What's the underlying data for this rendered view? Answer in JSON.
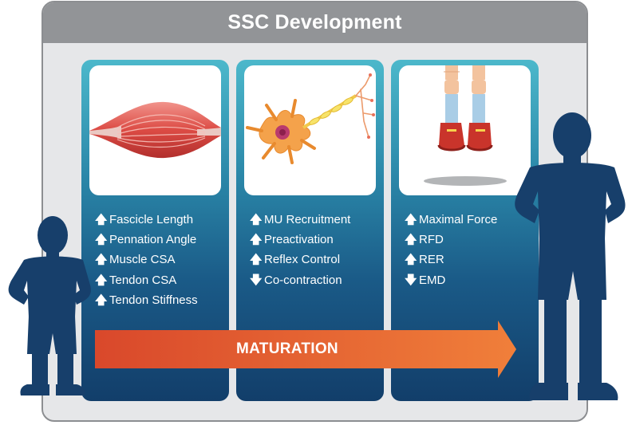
{
  "title": "SSC Development",
  "panels": [
    {
      "image": "muscle-icon",
      "items": [
        {
          "dir": "up",
          "label": "Fascicle Length"
        },
        {
          "dir": "up",
          "label": "Pennation Angle"
        },
        {
          "dir": "up",
          "label": "Muscle  CSA"
        },
        {
          "dir": "up",
          "label": "Tendon CSA"
        },
        {
          "dir": "up",
          "label": "Tendon Stiffness"
        }
      ]
    },
    {
      "image": "neuron-icon",
      "items": [
        {
          "dir": "up",
          "label": "MU Recruitment"
        },
        {
          "dir": "up",
          "label": "Preactivation"
        },
        {
          "dir": "up",
          "label": "Reflex Control"
        },
        {
          "dir": "down",
          "label": "Co-contraction"
        }
      ]
    },
    {
      "image": "jumping-legs-icon",
      "items": [
        {
          "dir": "up",
          "label": "Maximal Force"
        },
        {
          "dir": "up",
          "label": "RFD"
        },
        {
          "dir": "up",
          "label": "RER"
        },
        {
          "dir": "down",
          "label": "EMD"
        }
      ]
    }
  ],
  "arrow_label": "MATURATION",
  "glyphs": {
    "up": "🡅",
    "down": "🡇"
  },
  "colors": {
    "header": "#929497",
    "frame": "#e6e7e9",
    "panel_top": "#4cb8cb",
    "panel_bottom": "#123e6a",
    "silhouette": "#173f6b",
    "arrow_start": "#d9482b",
    "arrow_end": "#f07f3a"
  }
}
